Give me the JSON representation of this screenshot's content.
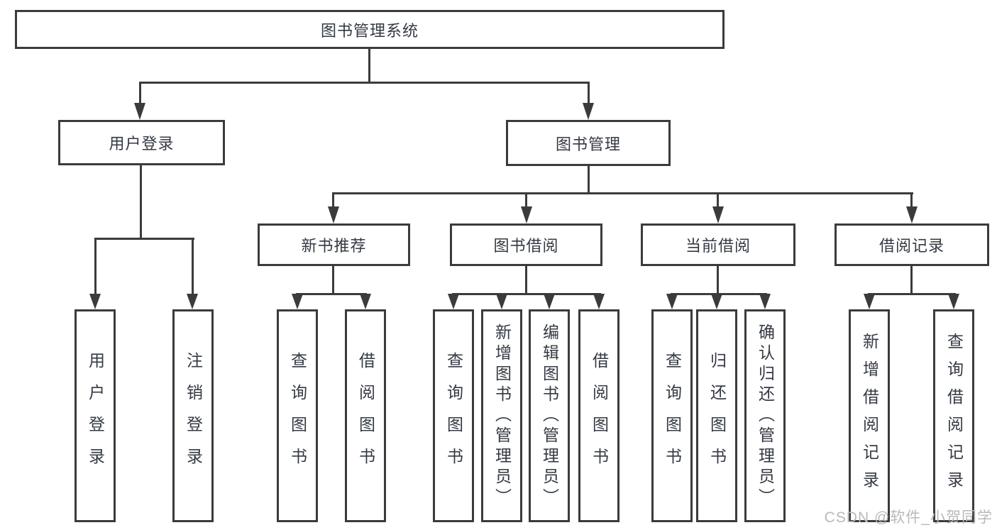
{
  "watermark": "CSDN @软件_小贺同学",
  "tree": {
    "root": {
      "label": "图书管理系统"
    },
    "children": [
      {
        "label": "用户登录",
        "children": [
          {
            "label": "用户登录"
          },
          {
            "label": "注销登录"
          }
        ]
      },
      {
        "label": "图书管理",
        "children": [
          {
            "label": "新书推荐",
            "children": [
              {
                "label": "查询图书"
              },
              {
                "label": "借阅图书"
              }
            ]
          },
          {
            "label": "图书借阅",
            "children": [
              {
                "label": "查询图书"
              },
              {
                "label": "新增图书（管理员）"
              },
              {
                "label": "编辑图书（管理员）"
              },
              {
                "label": "借阅图书"
              }
            ]
          },
          {
            "label": "当前借阅",
            "children": [
              {
                "label": "查询图书"
              },
              {
                "label": "归还图书"
              },
              {
                "label": "确认归还（管理员）"
              }
            ]
          },
          {
            "label": "借阅记录",
            "children": [
              {
                "label": "新增借阅记录"
              },
              {
                "label": "查询借阅记录"
              }
            ]
          }
        ]
      }
    ]
  }
}
